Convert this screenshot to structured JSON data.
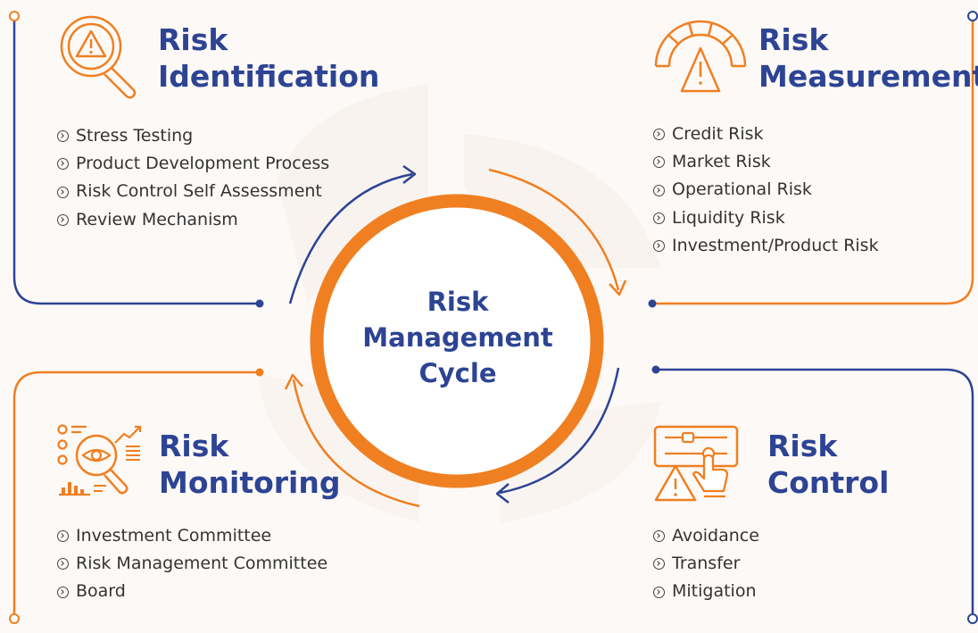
{
  "center": {
    "title_lines": [
      "Risk",
      "Management",
      "Cycle"
    ]
  },
  "quadrants": {
    "identification": {
      "title_lines": [
        "Risk",
        "Identification"
      ],
      "icon": "warning-magnifier-icon",
      "items": [
        "Stress Testing",
        "Product Development Process",
        "Risk Control Self Assessment",
        "Review Mechanism"
      ]
    },
    "measurement": {
      "title_lines": [
        "Risk",
        "Measurement"
      ],
      "icon": "gauge-warning-icon",
      "items": [
        "Credit Risk",
        "Market Risk",
        "Operational Risk",
        "Liquidity Risk",
        "Investment/Product Risk"
      ]
    },
    "monitoring": {
      "title_lines": [
        "Risk",
        "Monitoring"
      ],
      "icon": "eye-analytics-icon",
      "items": [
        "Investment Committee",
        "Risk Management Committee",
        "Board"
      ]
    },
    "control": {
      "title_lines": [
        "Risk",
        "Control"
      ],
      "icon": "slider-hand-warning-icon",
      "items": [
        "Avoidance",
        "Transfer",
        "Mitigation"
      ]
    }
  },
  "colors": {
    "blue": "#2d4494",
    "orange": "#f07f21",
    "text": "#333333",
    "background": "#fdf9f6"
  }
}
